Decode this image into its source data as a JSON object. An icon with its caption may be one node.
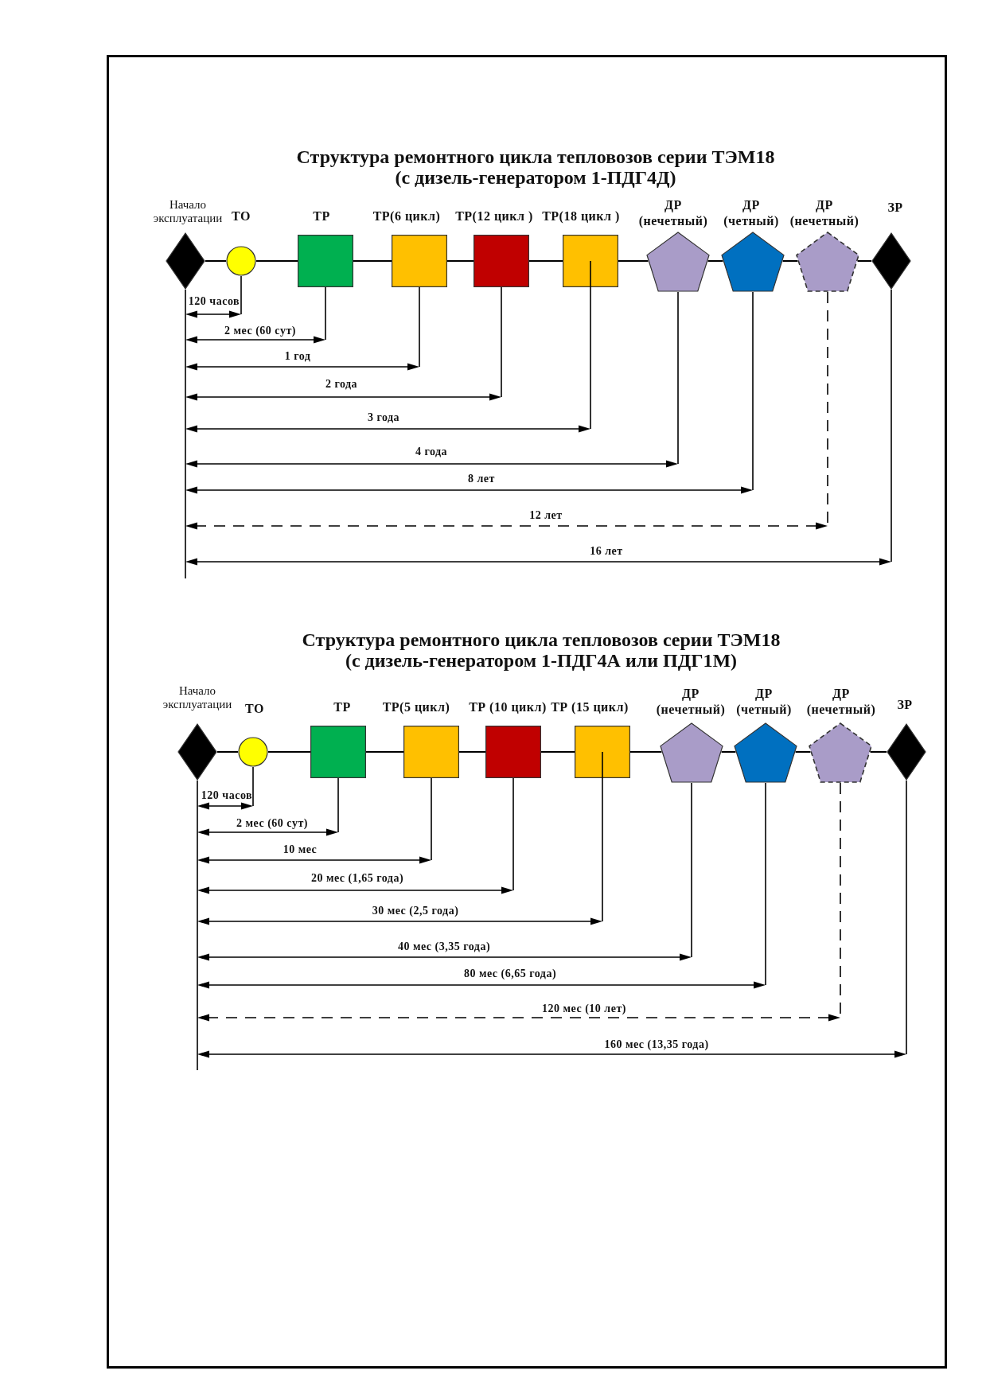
{
  "diagram": {
    "title": "Структура ремонтного цикла тепловозов серии ТЭМ18 (с дизель-генератором 1-ПДГ4Д)",
    "nodes": [
      {
        "text": [
          "Начало эксплуатации"
        ]
      },
      {
        "text": [
          "ТО"
        ]
      },
      {
        "text": [
          "ТР"
        ]
      },
      {
        "text": [
          "ТР(6 цикл)"
        ]
      },
      {
        "text": [
          "ТР(12 цикл )"
        ]
      },
      {
        "text": [
          "ТР(18 цикл )"
        ]
      },
      {
        "text": [
          "ДР (нечетный)"
        ]
      },
      {
        "text": [
          "ДР (четный)"
        ]
      },
      {
        "text": [
          "ДР (нечетный)"
        ]
      },
      {
        "text": [
          "ЗР"
        ]
      },
      {
        "text": [
          "Начало эксплуатации"
        ]
      },
      {
        "text": [
          "ТО"
        ]
      },
      {
        "text": [
          "ТР"
        ]
      },
      {
        "text": [
          "ТР(5 цикл)"
        ]
      },
      {
        "text": [
          "ТР (10 цикл)"
        ]
      },
      {
        "text": [
          "ТР (15 цикл)"
        ]
      },
      {
        "text": [
          "ДР (нечетный)"
        ]
      },
      {
        "text": [
          "ДР (четный)"
        ]
      },
      {
        "text": [
          "ДР (нечетный)"
        ]
      },
      {
        "text": [
          "ЗР"
        ]
      }
    ],
    "edges": [
      {
        "from": 0,
        "to": 1,
        "arrow": "none"
      },
      {
        "from": 1,
        "to": 2,
        "arrow": "none"
      },
      {
        "from": 2,
        "to": 3,
        "arrow": "none"
      },
      {
        "from": 3,
        "to": 4,
        "arrow": "none"
      },
      {
        "from": 4,
        "to": 5,
        "arrow": "none"
      },
      {
        "from": 5,
        "to": 6,
        "arrow": "none"
      },
      {
        "from": 6,
        "to": 7,
        "arrow": "none"
      },
      {
        "from": 7,
        "to": 8,
        "arrow": "none"
      },
      {
        "from": 8,
        "to": 9,
        "arrow": "none"
      },
      {
        "from": 10,
        "to": 11,
        "arrow": "none"
      },
      {
        "from": 11,
        "to": 12,
        "arrow": "none"
      },
      {
        "from": 12,
        "to": 13,
        "arrow": "none"
      },
      {
        "from": 13,
        "to": 14,
        "arrow": "none"
      },
      {
        "from": 14,
        "to": 15,
        "arrow": "none"
      },
      {
        "from": 15,
        "to": 16,
        "arrow": "none"
      },
      {
        "from": 16,
        "to": 17,
        "arrow": "none"
      },
      {
        "from": 17,
        "to": 18,
        "arrow": "none"
      },
      {
        "from": 18,
        "to": 19,
        "arrow": "none"
      }
    ],
    "labels": [
      "120 часов",
      "2 мес (60 сут)",
      "1 год",
      "2 года",
      "3 года",
      "4 года",
      "8 лет",
      "12 лет",
      "16 лет",
      "Структура ремонтного цикла тепловозов серии ТЭМ18 (с дизель-генератором 1-ПДГ4А или ПДГ1М)",
      "120 часов",
      "2 мес (60 сут)",
      "10 мес",
      "20 мес (1,65 года)",
      "30 мес (2,5 года)",
      "40 мес (3,35 года)",
      "80 мес (6,65 года)",
      "120 мес (10 лет)",
      "160 мес (13,35 года)"
    ]
  }
}
